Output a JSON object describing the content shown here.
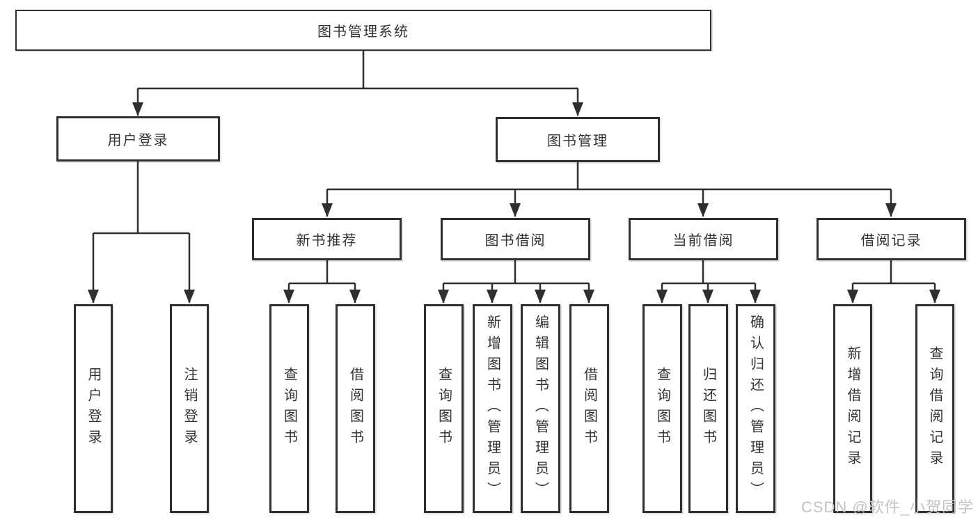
{
  "tree": {
    "root": {
      "label": "图书管理系统"
    },
    "branches": [
      {
        "label": "用户登录",
        "leaves": [
          {
            "label": "用户登录"
          },
          {
            "label": "注销登录"
          }
        ]
      },
      {
        "label": "图书管理",
        "sections": [
          {
            "label": "新书推荐",
            "leaves": [
              {
                "label": "查询图书"
              },
              {
                "label": "借阅图书"
              }
            ]
          },
          {
            "label": "图书借阅",
            "leaves": [
              {
                "label": "查询图书"
              },
              {
                "label": "新增图书（管理员）"
              },
              {
                "label": "编辑图书（管理员）"
              },
              {
                "label": "借阅图书"
              }
            ]
          },
          {
            "label": "当前借阅",
            "leaves": [
              {
                "label": "查询图书"
              },
              {
                "label": "归还图书"
              },
              {
                "label": "确认归还（管理员）"
              }
            ]
          },
          {
            "label": "借阅记录",
            "leaves": [
              {
                "label": "新增借阅记录"
              },
              {
                "label": "查询借阅记录"
              }
            ]
          }
        ]
      }
    ]
  },
  "watermark": "CSDN @软件_小贺同学",
  "colors": {
    "line": "#2f2f2f",
    "box_border": "#2f2f2f",
    "text": "#333333",
    "watermark_text": "#c3c3c3",
    "background": "#ffffff"
  }
}
